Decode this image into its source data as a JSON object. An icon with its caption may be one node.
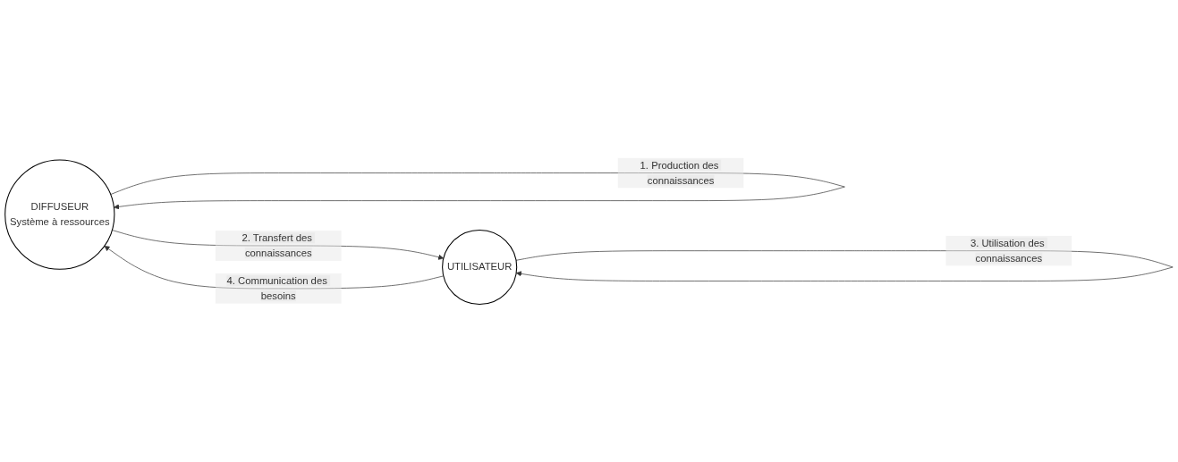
{
  "diagram": {
    "nodes": [
      {
        "text": [
          "DIFFUSEUR",
          "Système à ressources"
        ]
      },
      {
        "text": [
          "UTILISATEUR"
        ]
      }
    ],
    "edges": [
      {
        "from": 0,
        "to": 0,
        "arrow": "to",
        "label": "1. Production des connaissances"
      },
      {
        "from": 0,
        "to": 1,
        "arrow": "to",
        "label": "2. Transfert des connaissances"
      },
      {
        "from": 1,
        "to": 1,
        "arrow": "to",
        "label": "3. Utilisation des connaissances"
      },
      {
        "from": 1,
        "to": 0,
        "arrow": "to",
        "label": "4. Communication des besoins"
      }
    ]
  }
}
